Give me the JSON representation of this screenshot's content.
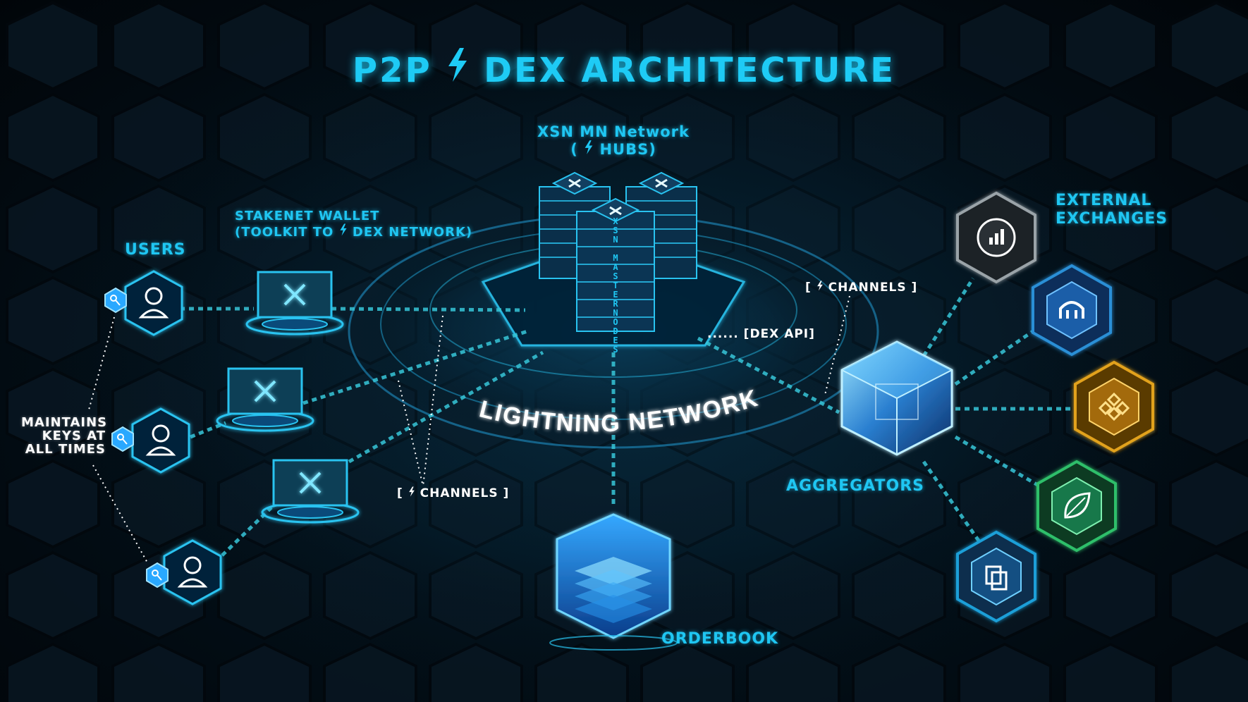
{
  "title": {
    "left": "P2P",
    "bolt_icon": "lightning-bolt-icon",
    "right": "DEX ARCHITECTURE"
  },
  "hub": {
    "line1": "XSN MN Network",
    "line2_open": "(",
    "line2_text": "HUBS)",
    "vertical_label": "XSN MASTERNODES"
  },
  "wallet": {
    "line1": "STAKENET WALLET",
    "line2_left": "(TOOLKIT TO",
    "line2_right": "DEX NETWORK)"
  },
  "users_label": "USERS",
  "maintains": {
    "line1": "MAINTAINS",
    "line2": "KEYS AT",
    "line3": "ALL TIMES"
  },
  "lightning_network": "LIGHTNING NETWORK",
  "channels_left": {
    "open": "[",
    "text": "CHANNELS ]"
  },
  "channels_right": {
    "open": "[",
    "text": "CHANNELS ]"
  },
  "dex_api": {
    "dots": "......",
    "text": "[DEX API]"
  },
  "aggregators_label": "AGGREGATORS",
  "external_exchanges": {
    "line1": "EXTERNAL",
    "line2": "EXCHANGES"
  },
  "orderbook_label": "ORDERBOOK",
  "colors": {
    "accent": "#1fc6f2",
    "background": "#02080e",
    "exchange_gray": "#9aa3a8",
    "exchange_blue": "#2a8fd6",
    "exchange_gold": "#e2a21e",
    "exchange_green": "#2fbf6a",
    "exchange_teal": "#1e9fd8"
  },
  "icons": {
    "user": "user-icon",
    "key": "key-icon",
    "laptop": "laptop-x-icon",
    "hub_server": "server-stack-icon",
    "aggregator": "cube-icon",
    "orderbook": "layers-cube-icon",
    "exchanges": [
      "bar-chart-icon",
      "kraken-icon",
      "binance-icon",
      "bitfinex-leaf-icon",
      "bittrex-icon"
    ]
  }
}
